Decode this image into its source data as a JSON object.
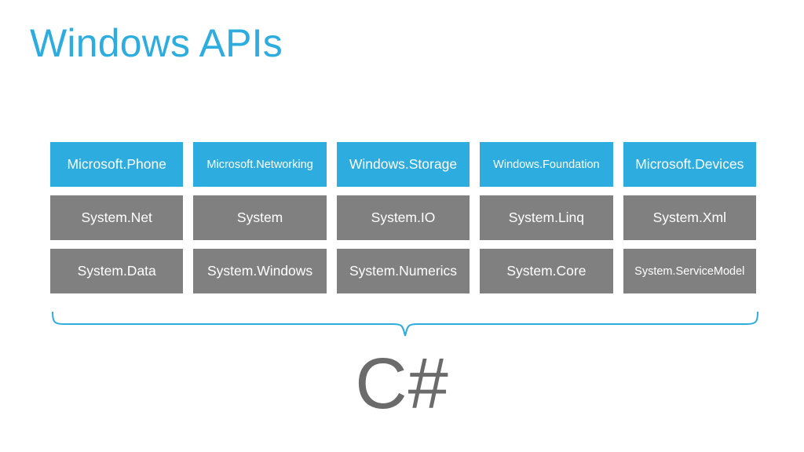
{
  "slide": {
    "title": "Windows APIs",
    "background_color": "#ffffff",
    "accent_color": "#2cacdf",
    "neutral_color": "#808080"
  },
  "grid": {
    "columns": 5,
    "rows": [
      {
        "row_name": "winrt-apis",
        "color": "#2cacdf",
        "cells": [
          {
            "label": "Microsoft.Phone",
            "size": "normal"
          },
          {
            "label": "Microsoft.Networking",
            "size": "small"
          },
          {
            "label": "Windows.Storage",
            "size": "normal"
          },
          {
            "label": "Windows.Foundation",
            "size": "small"
          },
          {
            "label": "Microsoft.Devices",
            "size": "normal"
          }
        ]
      },
      {
        "row_name": "net-apis-1",
        "color": "#808080",
        "cells": [
          {
            "label": "System.Net",
            "size": "normal"
          },
          {
            "label": "System",
            "size": "normal"
          },
          {
            "label": "System.IO",
            "size": "normal"
          },
          {
            "label": "System.Linq",
            "size": "normal"
          },
          {
            "label": "System.Xml",
            "size": "normal"
          }
        ]
      },
      {
        "row_name": "net-apis-2",
        "color": "#808080",
        "cells": [
          {
            "label": "System.Data",
            "size": "normal"
          },
          {
            "label": "System.Windows",
            "size": "normal"
          },
          {
            "label": "System.Numerics",
            "size": "normal"
          },
          {
            "label": "System.Core",
            "size": "normal"
          },
          {
            "label": "System.ServiceModel",
            "size": "small"
          }
        ]
      }
    ]
  },
  "brace": {
    "name": "curly-brace",
    "color": "#2cacdf",
    "orientation": "down",
    "stroke_width": 2
  },
  "footer": {
    "language_label": "C#"
  }
}
